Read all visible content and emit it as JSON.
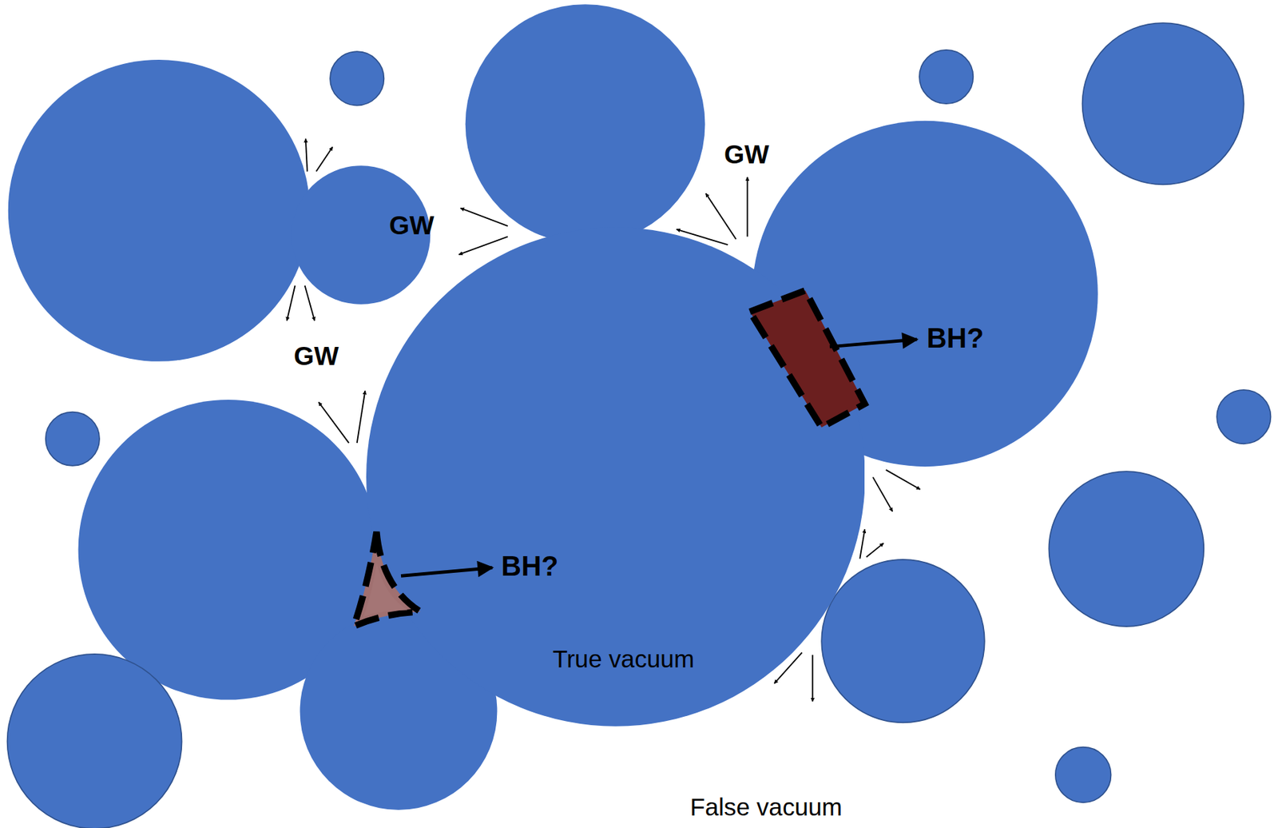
{
  "diagram": {
    "nodes": [
      {
        "text": [
          "True vacuum"
        ]
      }
    ],
    "labels": [
      "GW",
      "GW",
      "BH?",
      "GW",
      "BH?",
      "False vacuum"
    ]
  }
}
